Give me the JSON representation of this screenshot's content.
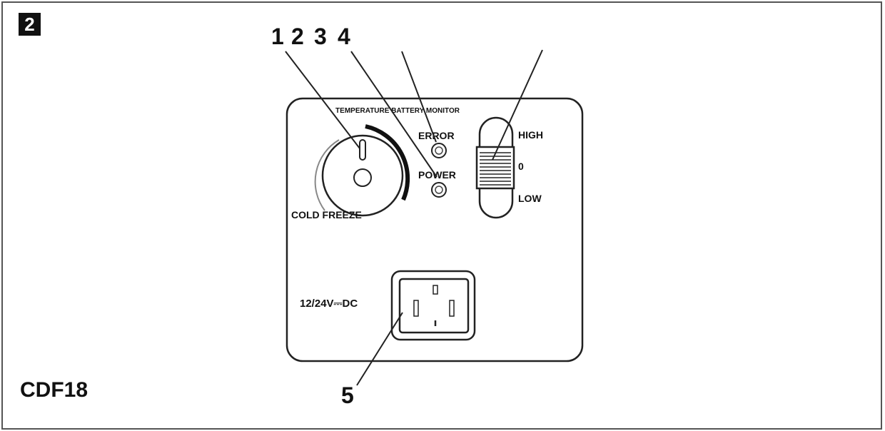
{
  "figure_number": "2",
  "model": "CDF18",
  "callouts": {
    "c1": "1",
    "c2": "2",
    "c3": "3",
    "c4": "4",
    "c5": "5"
  },
  "panel": {
    "header": "TEMPERATURE BATTERY MONITOR",
    "dial_label": "COLD FREEZE",
    "error_label": "ERROR",
    "power_label": "POWER",
    "switch_high": "HIGH",
    "switch_zero": "0",
    "switch_low": "LOW",
    "socket_label": "12/24V",
    "dc_symbol": "⎓",
    "socket_suffix": "DC"
  }
}
